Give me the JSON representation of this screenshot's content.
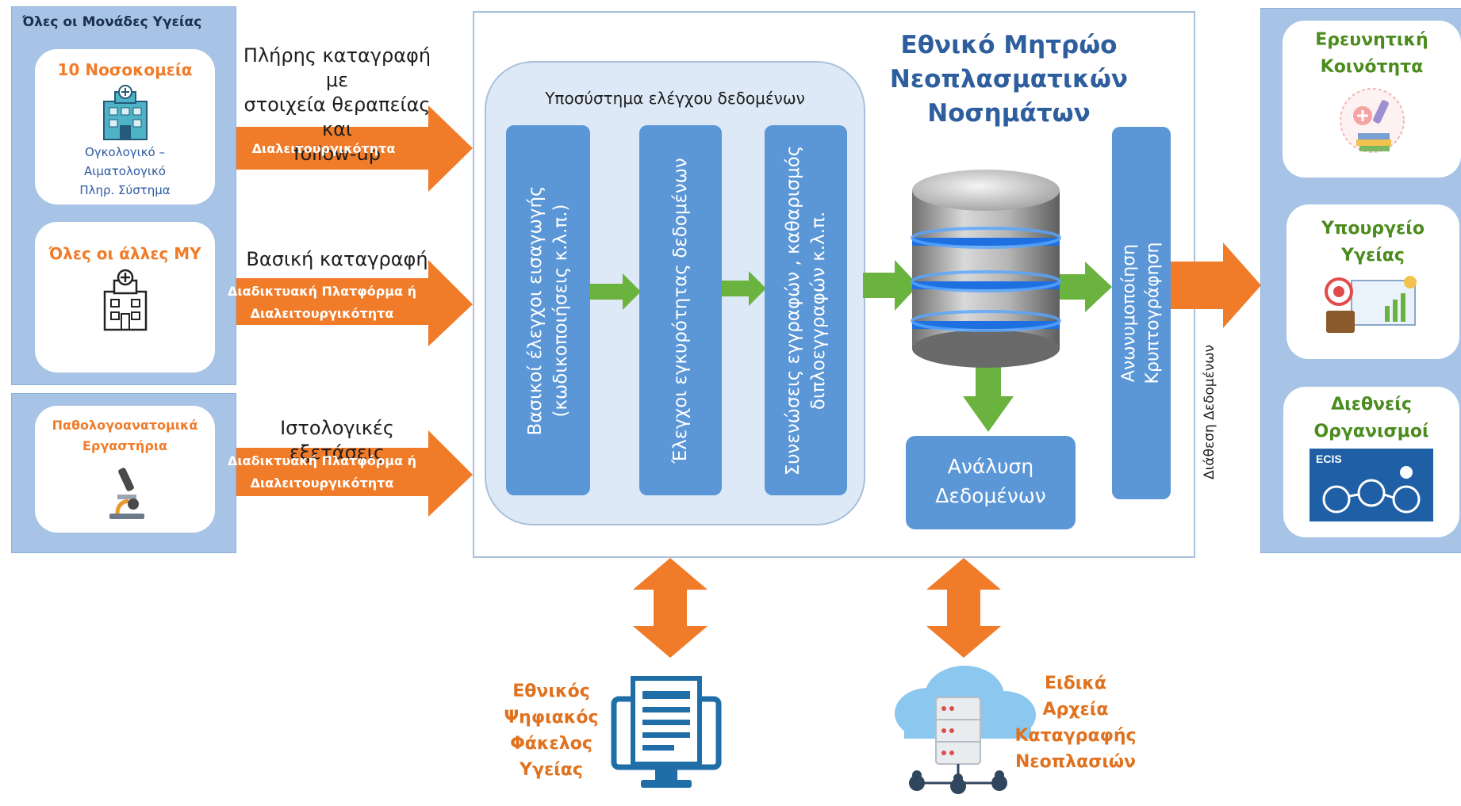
{
  "left": {
    "panel_title": "Όλες οι Μονάδες Υγείας",
    "hospitals": {
      "title": "10 Νοσοκομεία",
      "subtitle_lines": [
        "Ογκολογικό –",
        "Αιματολογικό",
        "Πληρ. Σύστημα"
      ]
    },
    "other_units": {
      "title": "Όλες οι άλλες ΜΥ"
    },
    "labs": {
      "title_lines": [
        "Παθολογοανατομικά",
        "Εργαστήρια"
      ]
    }
  },
  "flows": {
    "f1": {
      "desc_lines": [
        "Πλήρης καταγραφή με",
        "στοιχεία θεραπείας και",
        "follow-up"
      ],
      "label_lines": [
        "Διαλειτουργικότητα"
      ]
    },
    "f2": {
      "desc_lines": [
        "Βασική καταγραφή"
      ],
      "label_lines": [
        "Διαδικτυακή Πλατφόρμα ή",
        "Διαλειτουργικότητα"
      ]
    },
    "f3": {
      "desc_lines": [
        "Ιστολογικές εξετάσεις"
      ],
      "label_lines": [
        "Διαδικτυακή Πλατφόρμα ή",
        "Διαλειτουργικότητα"
      ]
    }
  },
  "center": {
    "title_lines": [
      "Εθνικό Μητρώο",
      "Νεοπλασματικών",
      "Νοσημάτων"
    ],
    "subsystem_title": "Υποσύστημα ελέγχου δεδομένων",
    "bars": [
      {
        "lines": [
          "Βασικοί  έλεγχοι εισαγωγής",
          "(κωδικοποιήσεις κ.λ.π.)"
        ]
      },
      {
        "lines": [
          "Έλεγχοι εγκυρότητας δεδομένων"
        ]
      },
      {
        "lines": [
          "Συνενώσεις εγγραφών , καθαρισμός",
          "διπλοεγγραφών κ.λ.π."
        ]
      }
    ],
    "analysis_lines": [
      "Ανάλυση",
      "Δεδομένων"
    ],
    "anonymization_lines": [
      "Ανωνυμοποίηση",
      "Κρυπτογράφηση"
    ]
  },
  "right": {
    "data_availability": "Διάθεση Δεδομένων",
    "cards": [
      {
        "lines": [
          "Ερευνητική",
          "Κοινότητα"
        ],
        "icon": "research-icon"
      },
      {
        "lines": [
          "Υπουργείο",
          "Υγείας"
        ],
        "icon": "ministry-icon"
      },
      {
        "lines": [
          "Διεθνείς",
          "Οργανισμοί"
        ],
        "icon": "ecis-logo"
      }
    ]
  },
  "bottom": {
    "ehr_lines": [
      "Εθνικός",
      "Ψηφιακός",
      "Φάκελος",
      "Υγείας"
    ],
    "archives_lines": [
      "Ειδικά",
      "Αρχεία",
      "Καταγραφής",
      "Νεοπλασιών"
    ]
  },
  "colors": {
    "orange": "#f07c2a",
    "blue_bar": "#5b96d6",
    "green": "#6ab33e",
    "panel": "#a7c4e6"
  }
}
